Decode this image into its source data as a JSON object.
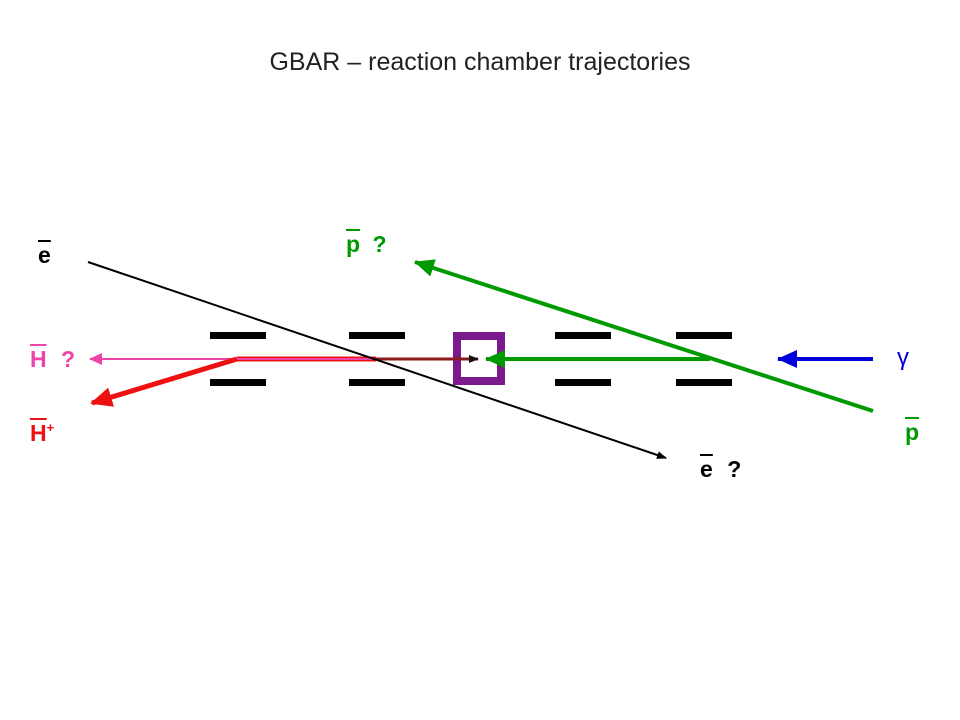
{
  "title": "GBAR – reaction chamber trajectories",
  "labels": {
    "electron_in": {
      "symbol": "e",
      "suffix": ""
    },
    "electron_out": {
      "symbol": "e",
      "suffix": "?"
    },
    "antiproton_in": {
      "symbol": "p",
      "suffix": ""
    },
    "antiproton_out": {
      "symbol": "p",
      "suffix": "?"
    },
    "gamma": {
      "symbol": "γ"
    },
    "antihydrogen": {
      "symbol": "H",
      "suffix": "?"
    },
    "antihydrogen_ion": {
      "symbol": "H",
      "sup": "+"
    }
  },
  "colors": {
    "electron": "#000000",
    "antiproton": "#009900",
    "gamma": "#0000dd",
    "antihydrogen": "#ee44aa",
    "antihydrogen_ion": "#ee1111",
    "target": "#7b1a8c",
    "electrodes": "#000000",
    "inner_beam": "#8b1a1a"
  }
}
